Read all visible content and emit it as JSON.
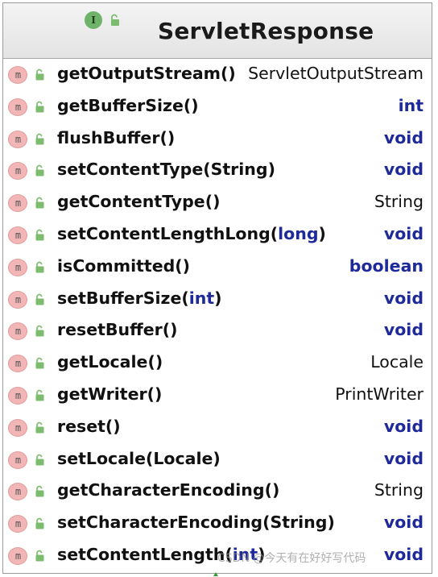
{
  "header": {
    "badge_letter": "I",
    "title": "ServletResponse"
  },
  "icons": {
    "method_icon_glyph": "m"
  },
  "methods": [
    {
      "name": "getOutputStream",
      "param": "",
      "param_is_keyword": false,
      "return_type": "ServletOutputStream",
      "return_is_keyword": false
    },
    {
      "name": "getBufferSize",
      "param": "",
      "param_is_keyword": false,
      "return_type": "int",
      "return_is_keyword": true
    },
    {
      "name": "flushBuffer",
      "param": "",
      "param_is_keyword": false,
      "return_type": "void",
      "return_is_keyword": true
    },
    {
      "name": "setContentType",
      "param": "String",
      "param_is_keyword": false,
      "return_type": "void",
      "return_is_keyword": true
    },
    {
      "name": "getContentType",
      "param": "",
      "param_is_keyword": false,
      "return_type": "String",
      "return_is_keyword": false
    },
    {
      "name": "setContentLengthLong",
      "param": "long",
      "param_is_keyword": true,
      "return_type": "void",
      "return_is_keyword": true
    },
    {
      "name": "isCommitted",
      "param": "",
      "param_is_keyword": false,
      "return_type": "boolean",
      "return_is_keyword": true
    },
    {
      "name": "setBufferSize",
      "param": "int",
      "param_is_keyword": true,
      "return_type": "void",
      "return_is_keyword": true
    },
    {
      "name": "resetBuffer",
      "param": "",
      "param_is_keyword": false,
      "return_type": "void",
      "return_is_keyword": true
    },
    {
      "name": "getLocale",
      "param": "",
      "param_is_keyword": false,
      "return_type": "Locale",
      "return_is_keyword": false
    },
    {
      "name": "getWriter",
      "param": "",
      "param_is_keyword": false,
      "return_type": "PrintWriter",
      "return_is_keyword": false
    },
    {
      "name": "reset",
      "param": "",
      "param_is_keyword": false,
      "return_type": "void",
      "return_is_keyword": true
    },
    {
      "name": "setLocale",
      "param": "Locale",
      "param_is_keyword": false,
      "return_type": "void",
      "return_is_keyword": true
    },
    {
      "name": "getCharacterEncoding",
      "param": "",
      "param_is_keyword": false,
      "return_type": "String",
      "return_is_keyword": false
    },
    {
      "name": "setCharacterEncoding",
      "param": "String",
      "param_is_keyword": false,
      "return_type": "void",
      "return_is_keyword": true
    },
    {
      "name": "setContentLength",
      "param": "int",
      "param_is_keyword": true,
      "return_type": "void",
      "return_is_keyword": true
    }
  ],
  "watermark": "CSDN @今天有在好好写代码",
  "colors": {
    "keyword": "#1f2a9a",
    "interface_badge": "#6fb36a",
    "method_badge": "#f2b6b6",
    "lock": "#7dbb6e"
  }
}
